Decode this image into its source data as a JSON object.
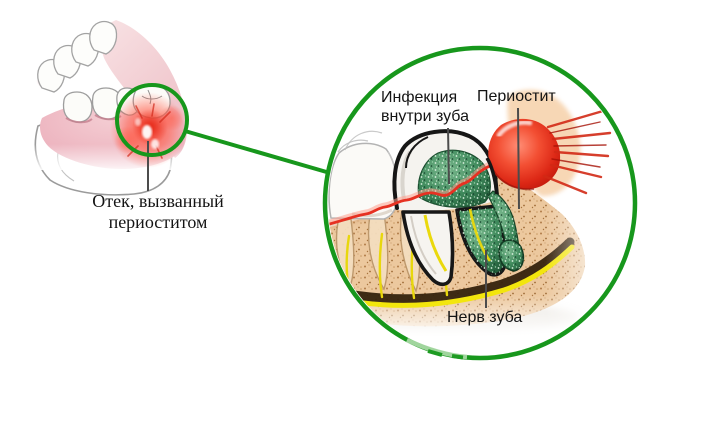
{
  "annotations": {
    "swelling_label": "Отек, вызванный периоститом",
    "infection_label": "Инфекция внутри зуба",
    "periostitis_label": "Периостит",
    "nerve_label": "Нерв зуба"
  },
  "colors": {
    "highlight_green": "#17971c",
    "inflammation_red": "#e23222",
    "infection_green": "#3f8a5c",
    "nerve_yellow": "#f3e60d",
    "bone_tan": "#ecc89e",
    "gum_pink": "#edb4bf",
    "pointer_line_gray": "#4c4c4c",
    "label_text_black": "#141414"
  },
  "icons": [
    {
      "name": "inflammation-highlight-circle",
      "shape": "green-circle-outline"
    },
    {
      "name": "magnified-view-circle",
      "shape": "green-circle-outline"
    },
    {
      "name": "magnifier-connector-line",
      "shape": "green-line"
    }
  ]
}
